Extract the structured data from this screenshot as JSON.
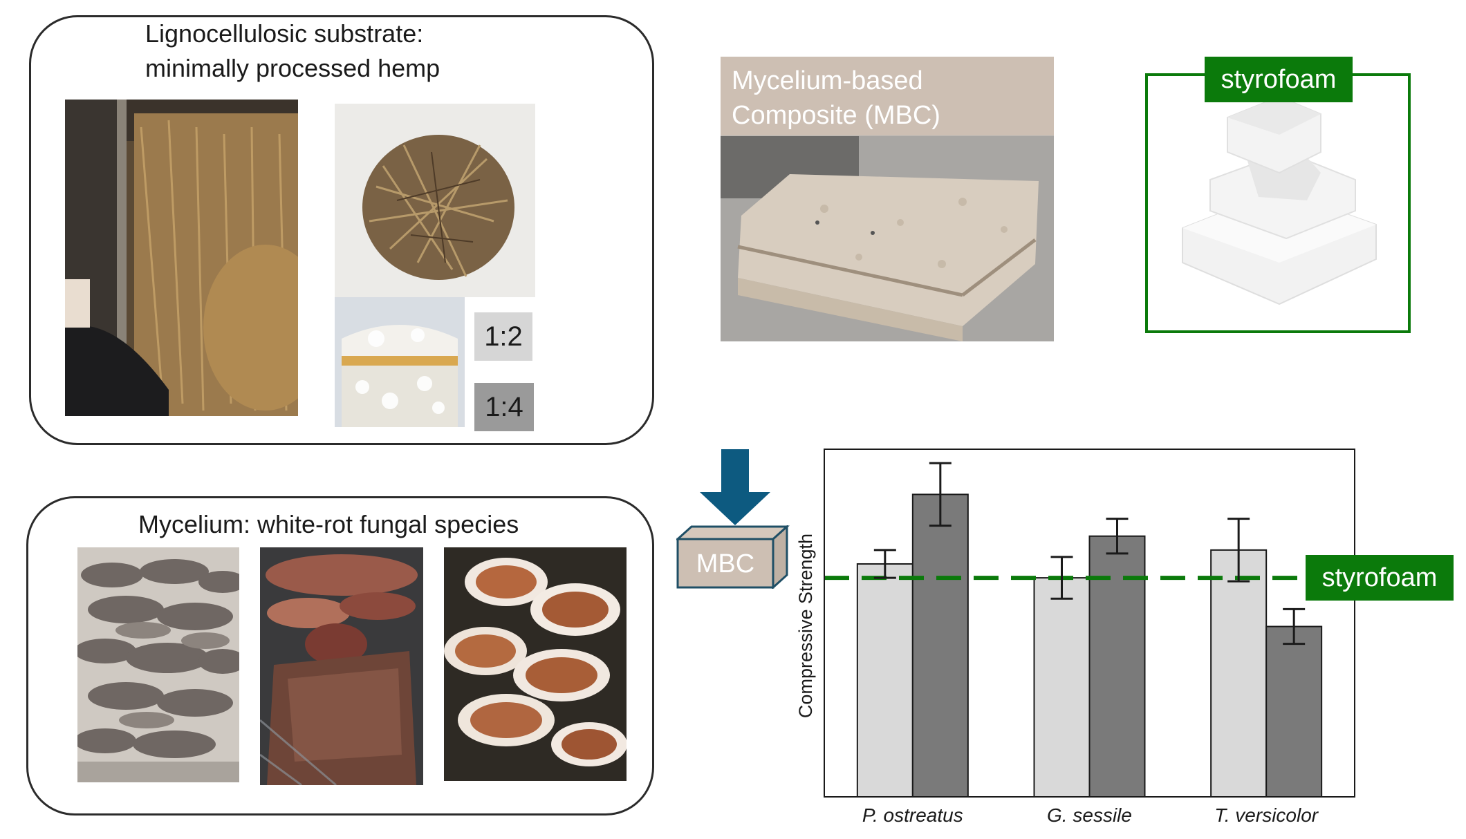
{
  "substrate_panel": {
    "title_line1": "Lignocellulosic substrate:",
    "title_line2": "minimally processed hemp",
    "ratio_a": "1:2",
    "ratio_b": "1:4"
  },
  "mycelium_panel": {
    "title": "Mycelium: white-rot fungal species"
  },
  "mbc_photo": {
    "label_line1": "Mycelium-based",
    "label_line2": "Composite (MBC)"
  },
  "styrofoam_photo": {
    "label": "styrofoam"
  },
  "mbc_block": {
    "label": "MBC"
  },
  "colors": {
    "light_bar": "#d9d9d9",
    "dark_bar": "#7a7a7a",
    "styrofoam_green": "#0b7a0b",
    "arrow_blue": "#0d5a80",
    "mbc_beige": "#cdbfb3"
  },
  "chart_data": {
    "type": "bar",
    "categories": [
      "P. ostreatus",
      "G. sessile",
      "T. versicolor"
    ],
    "series": [
      {
        "values": [
          0.67,
          0.63,
          0.71
        ],
        "errors": [
          0.04,
          0.06,
          0.09
        ]
      },
      {
        "values": [
          0.87,
          0.75,
          0.49
        ],
        "errors": [
          0.09,
          0.05,
          0.05
        ]
      }
    ],
    "reference_line": {
      "label": "styrofoam",
      "value": 0.63
    },
    "ylabel": "Compressive Strength",
    "xlabel": "",
    "ylim": [
      0,
      1
    ],
    "yticks_visible": false,
    "grid": false
  }
}
